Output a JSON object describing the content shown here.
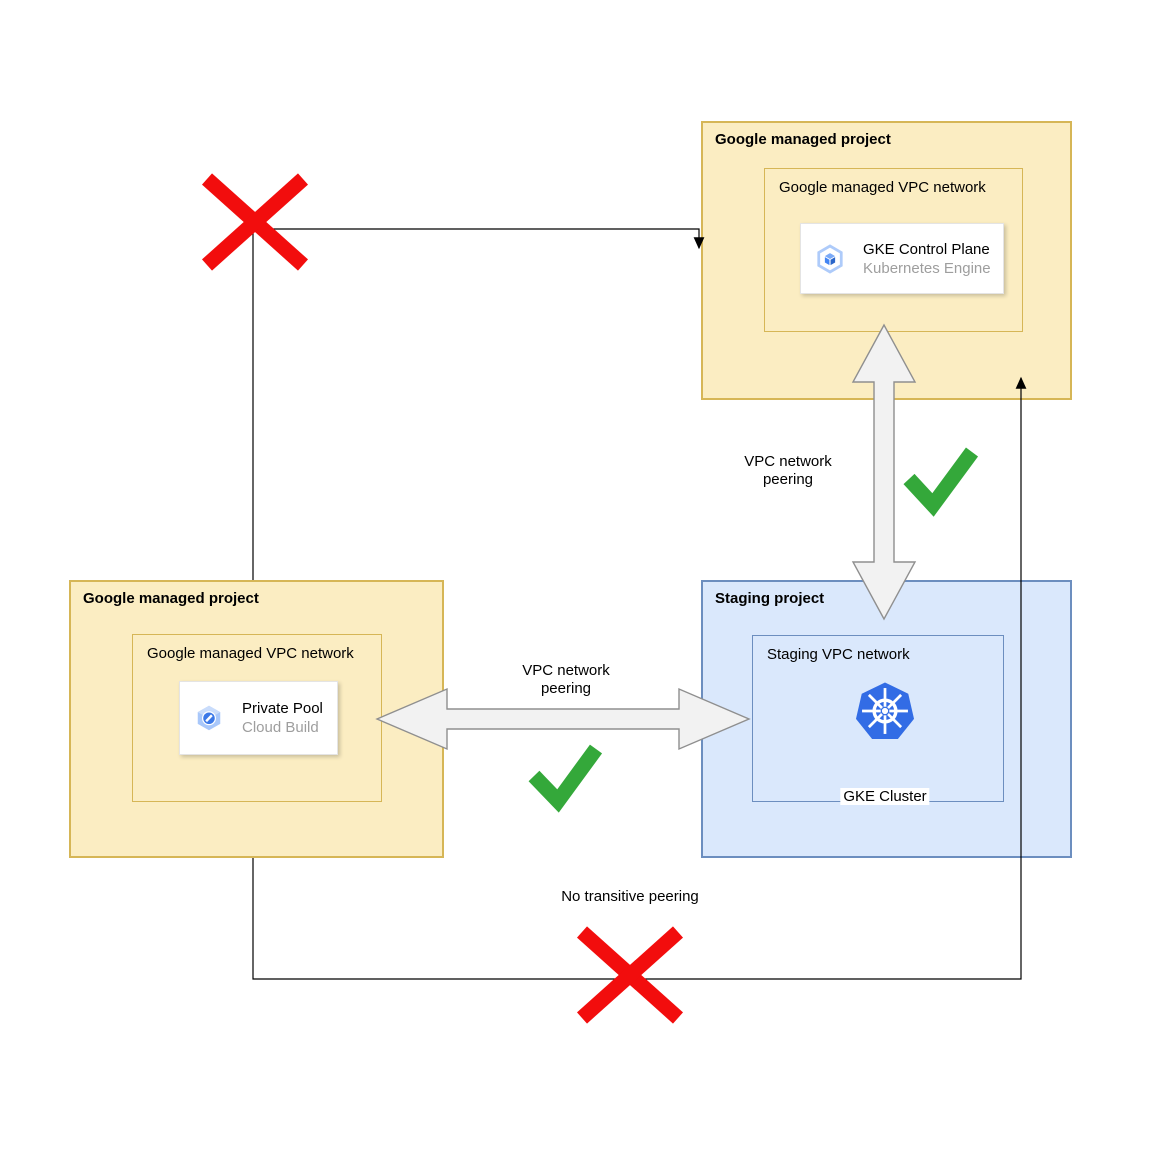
{
  "projects": {
    "top": {
      "title": "Google managed project",
      "network_title": "Google managed VPC network",
      "card": {
        "title": "GKE Control Plane",
        "subtitle": "Kubernetes Engine",
        "icon": "kubernetes-engine-icon"
      }
    },
    "left": {
      "title": "Google managed project",
      "network_title": "Google managed VPC network",
      "card": {
        "title": "Private Pool",
        "subtitle": "Cloud Build",
        "icon": "cloud-build-icon"
      }
    },
    "staging": {
      "title": "Staging project",
      "network_title": "Staging VPC network",
      "cluster_label": "GKE Cluster",
      "cluster_icon": "kubernetes-cluster-icon"
    }
  },
  "labels": {
    "peering_vertical_line1": "VPC network",
    "peering_vertical_line2": "peering",
    "peering_horizontal_line1": "VPC network",
    "peering_horizontal_line2": "peering",
    "no_transitive": "No transitive peering"
  },
  "connections": [
    {
      "from": "left-project",
      "to": "top-project",
      "type": "elbow-arrow",
      "status": "blocked",
      "marker": "red-x"
    },
    {
      "from": "top-project",
      "to": "staging-project",
      "type": "double-arrow",
      "label": "VPC network peering",
      "status": "allowed",
      "marker": "green-check"
    },
    {
      "from": "left-project",
      "to": "staging-project",
      "type": "double-arrow",
      "label": "VPC network peering",
      "status": "allowed",
      "marker": "green-check"
    },
    {
      "from": "left-project",
      "to": "top-project",
      "type": "elbow-arrow",
      "label": "No transitive peering",
      "status": "blocked",
      "marker": "red-x"
    }
  ],
  "colors": {
    "project_fill": "#FBEDC2",
    "project_border": "#D6B656",
    "staging_fill": "#DAE8FC",
    "staging_border": "#6C8EBF",
    "denied_red": "#F20D0D",
    "allowed_green": "#34A83A",
    "kubernetes_blue": "#326CE5",
    "arrow_fill": "#F2F2F2",
    "arrow_stroke": "#8F8F8F",
    "connector_black": "#000000",
    "subtitle_gray": "#9E9E9E"
  }
}
